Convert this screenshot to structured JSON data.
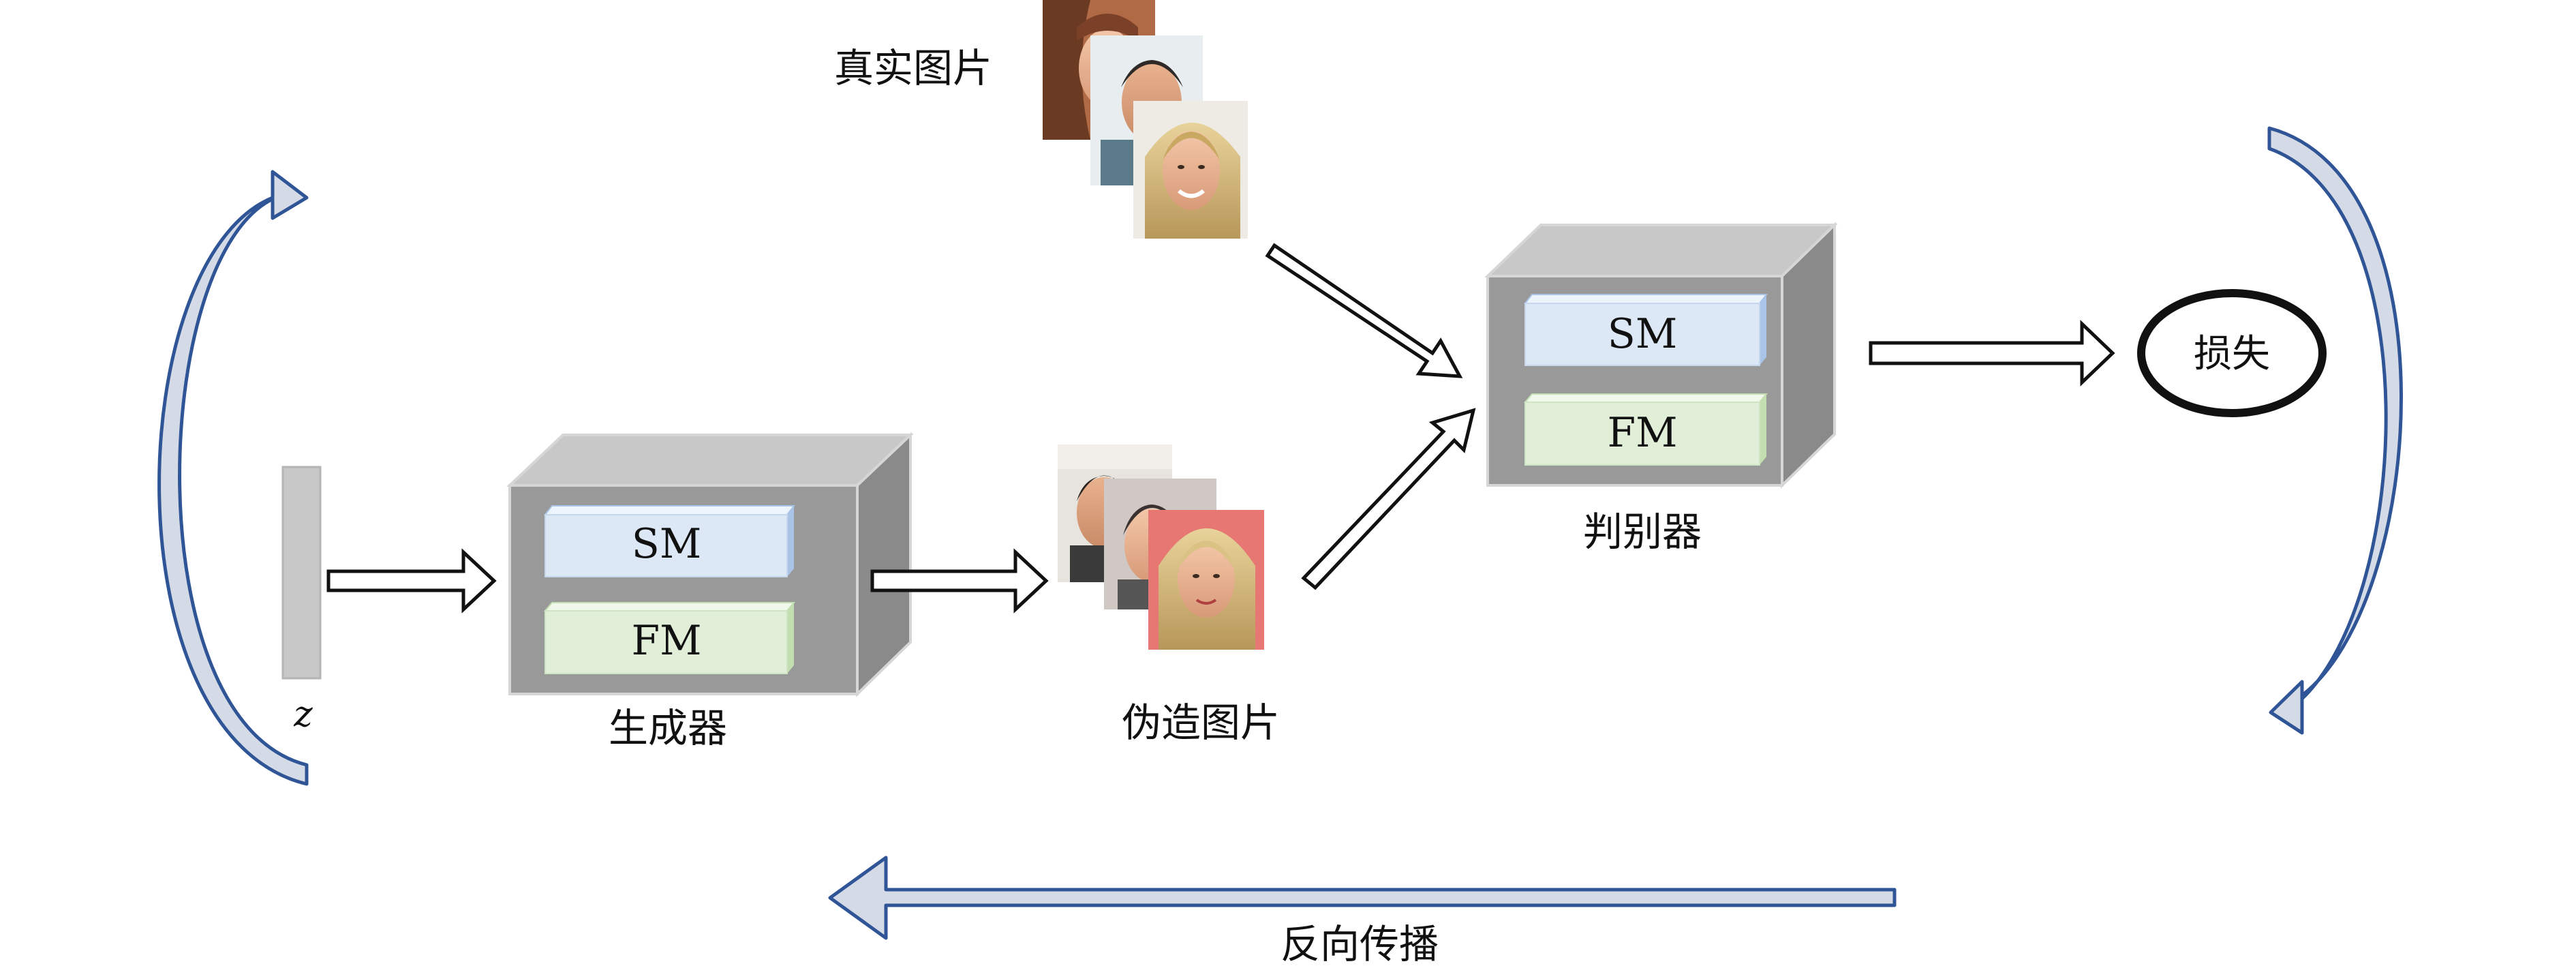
{
  "labels": {
    "z": "z",
    "generator": "生成器",
    "generator_sm": "SM",
    "generator_fm": "FM",
    "fake_images": "伪造图片",
    "real_images": "真实图片",
    "discriminator": "判别器",
    "discriminator_sm": "SM",
    "discriminator_fm": "FM",
    "loss": "损失",
    "backprop": "反向传播"
  },
  "colors": {
    "box_front": "#999999",
    "box_top": "#c8c8c8",
    "box_side": "#8a8a8a",
    "sm_fill": "#dce8f5",
    "sm_side": "#a9c4e6",
    "fm_fill": "#e1efd9",
    "fm_side": "#c3deb1",
    "curve_fill": "#d4dbe6",
    "curve_stroke": "#2f5597",
    "z_bar": "#c8c8c8"
  },
  "icons": {
    "real": "face-photo-stack-icon",
    "fake": "face-photo-stack-icon"
  }
}
